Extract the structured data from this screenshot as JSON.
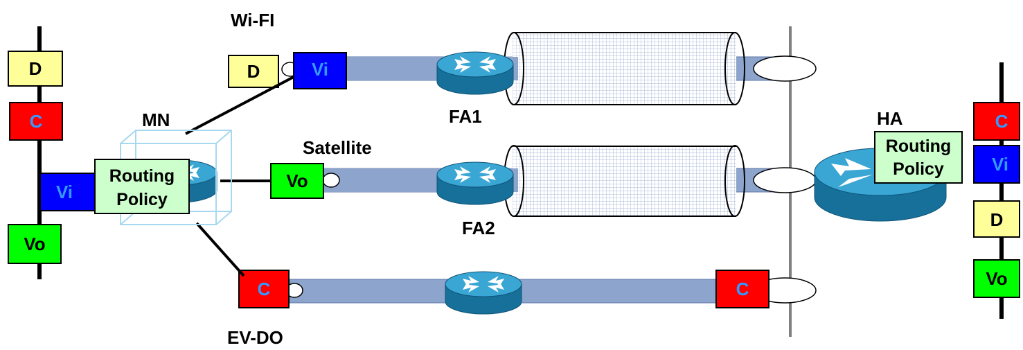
{
  "colors": {
    "d_box": "#ffff99",
    "c_box": "#ff0000",
    "vi_box": "#0000ff",
    "vo_box": "#00ff00",
    "policy_box": "#ccffcc",
    "pipe": "#8da4cc",
    "router": "#1f95c4"
  },
  "icons": [
    "router-icon",
    "tunnel-icon"
  ],
  "labels": {
    "wifi": "Wi-FI",
    "satellite": "Satellite",
    "evdo": "EV-DO",
    "mn": "MN",
    "fa1": "FA1",
    "fa2": "FA2",
    "ha": "HA"
  },
  "left_stack": {
    "d": "D",
    "c": "C",
    "vi": "Vi",
    "vo": "Vo"
  },
  "right_stack": {
    "c": "C",
    "vi": "Vi",
    "d": "D",
    "vo": "Vo"
  },
  "mn_policy": {
    "line1": "Routing",
    "line2": "Policy"
  },
  "ha_policy": {
    "line1": "Routing",
    "line2": "Policy"
  },
  "wifi_path": {
    "d": "D",
    "vi": "Vi"
  },
  "satellite_path": {
    "vo": "Vo"
  },
  "evdo_path": {
    "c_start": "C",
    "c_end": "C"
  }
}
